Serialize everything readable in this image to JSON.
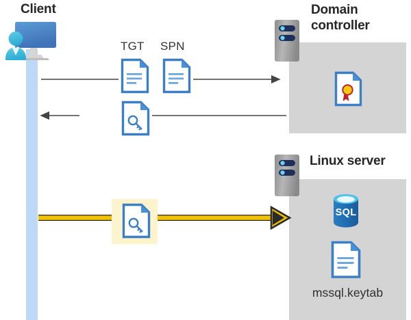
{
  "diagram": {
    "title_client": "Client",
    "title_domain_controller": "Domain\ncontroller",
    "title_linux_server": "Linux server",
    "colors": {
      "panel_gray": "#d4d4d4",
      "lifeline_blue": "#bcd9f7",
      "doc_blue": "#3c7fc4",
      "arrow_gray": "#444444",
      "highlight_yellow": "#fdf3cd",
      "arrow_yellow": "#f2c200",
      "sql_blue": "#1f6bb0",
      "server_gray": "#9a9a9a",
      "server_navy": "#1f2f5c",
      "cert_gold": "#f2c811",
      "cert_red": "#c0202a"
    }
  },
  "labels": {
    "tgt": "TGT",
    "spn": "SPN",
    "keytab_file": "mssql.keytab"
  },
  "icons": {
    "client": "client-workstation-icon",
    "dc_server": "server-rack-icon",
    "linux_server": "server-rack-icon",
    "tgt_doc": "document-icon",
    "spn_doc": "document-icon",
    "ticket_key_doc_request": "document-key-icon",
    "ticket_key_doc_present": "document-key-icon",
    "certificate": "certificate-document-icon",
    "sql_database": "sql-database-icon",
    "keytab": "document-icon"
  },
  "flows": [
    {
      "id": "request-ticket",
      "direction": "right",
      "from": "Client",
      "to": "Domain controller",
      "payload": [
        "TGT",
        "SPN"
      ]
    },
    {
      "id": "receive-ticket",
      "direction": "left",
      "from": "Domain controller",
      "to": "Client",
      "payload": [
        "service ticket"
      ]
    },
    {
      "id": "present-ticket",
      "direction": "right",
      "from": "Client",
      "to": "Linux server",
      "payload": [
        "service ticket"
      ],
      "highlighted": true
    }
  ]
}
